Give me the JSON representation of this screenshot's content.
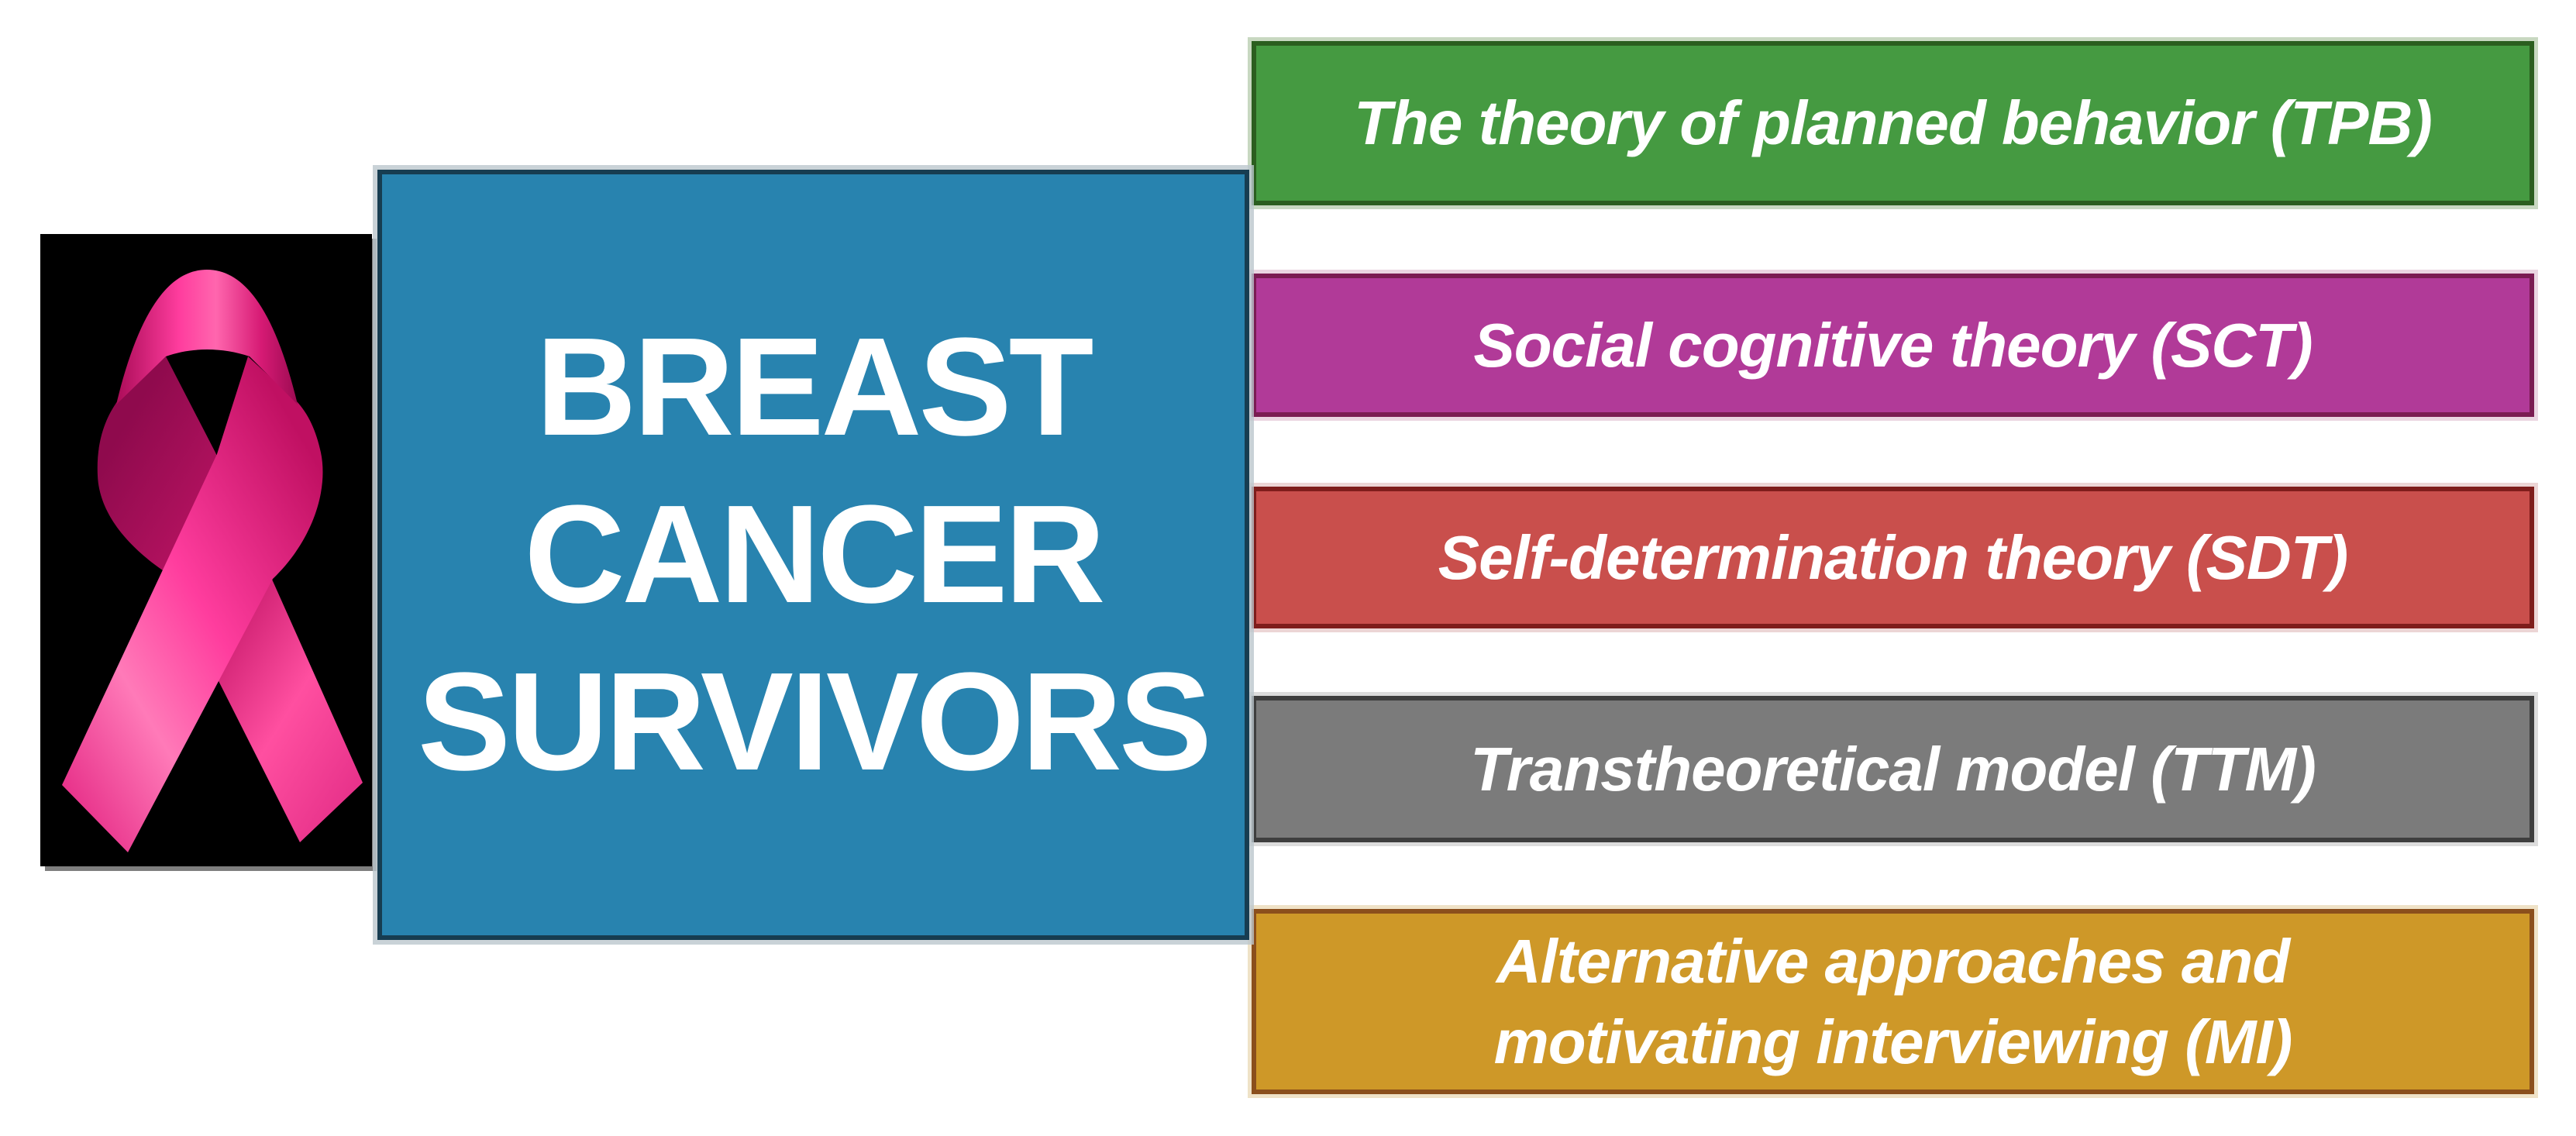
{
  "canvas": {
    "background": "#FFFFFF"
  },
  "ribbon_panel": {
    "description": "pink breast-cancer awareness ribbon on black background",
    "background": "#000000",
    "ribbon_pink": "#FF4FA5"
  },
  "title_box": {
    "lines": [
      "BREAST",
      "CANCER",
      "SURVIVORS"
    ],
    "background": "#2883AF",
    "border_color": "#173D51",
    "text_color": "#FFFFFF"
  },
  "bars": [
    {
      "label": "The theory of planned behavior (TPB)",
      "color": "#459A41",
      "border_color": "#2B5E1F",
      "glow_color": "rgba(170,195,160,0.65)"
    },
    {
      "label": "Social cognitive theory (SCT)",
      "color": "#B13A98",
      "border_color": "#7A1C52",
      "glow_color": "rgba(225,195,212,0.7)"
    },
    {
      "label": "Self-determination theory (SDT)",
      "color": "#C94F4C",
      "border_color": "#7E1D1B",
      "glow_color": "rgba(228,195,195,0.7)"
    },
    {
      "label": "Transtheoretical model (TTM)",
      "color": "#7B7B7B",
      "border_color": "#3E3E3E",
      "glow_color": "rgba(205,205,205,0.7)"
    },
    {
      "label": "Alternative approaches and\nmotivating interviewing (MI)",
      "color": "#CE9828",
      "border_color": "#8B4F1C",
      "glow_color": "rgba(232,214,175,0.7)"
    }
  ]
}
